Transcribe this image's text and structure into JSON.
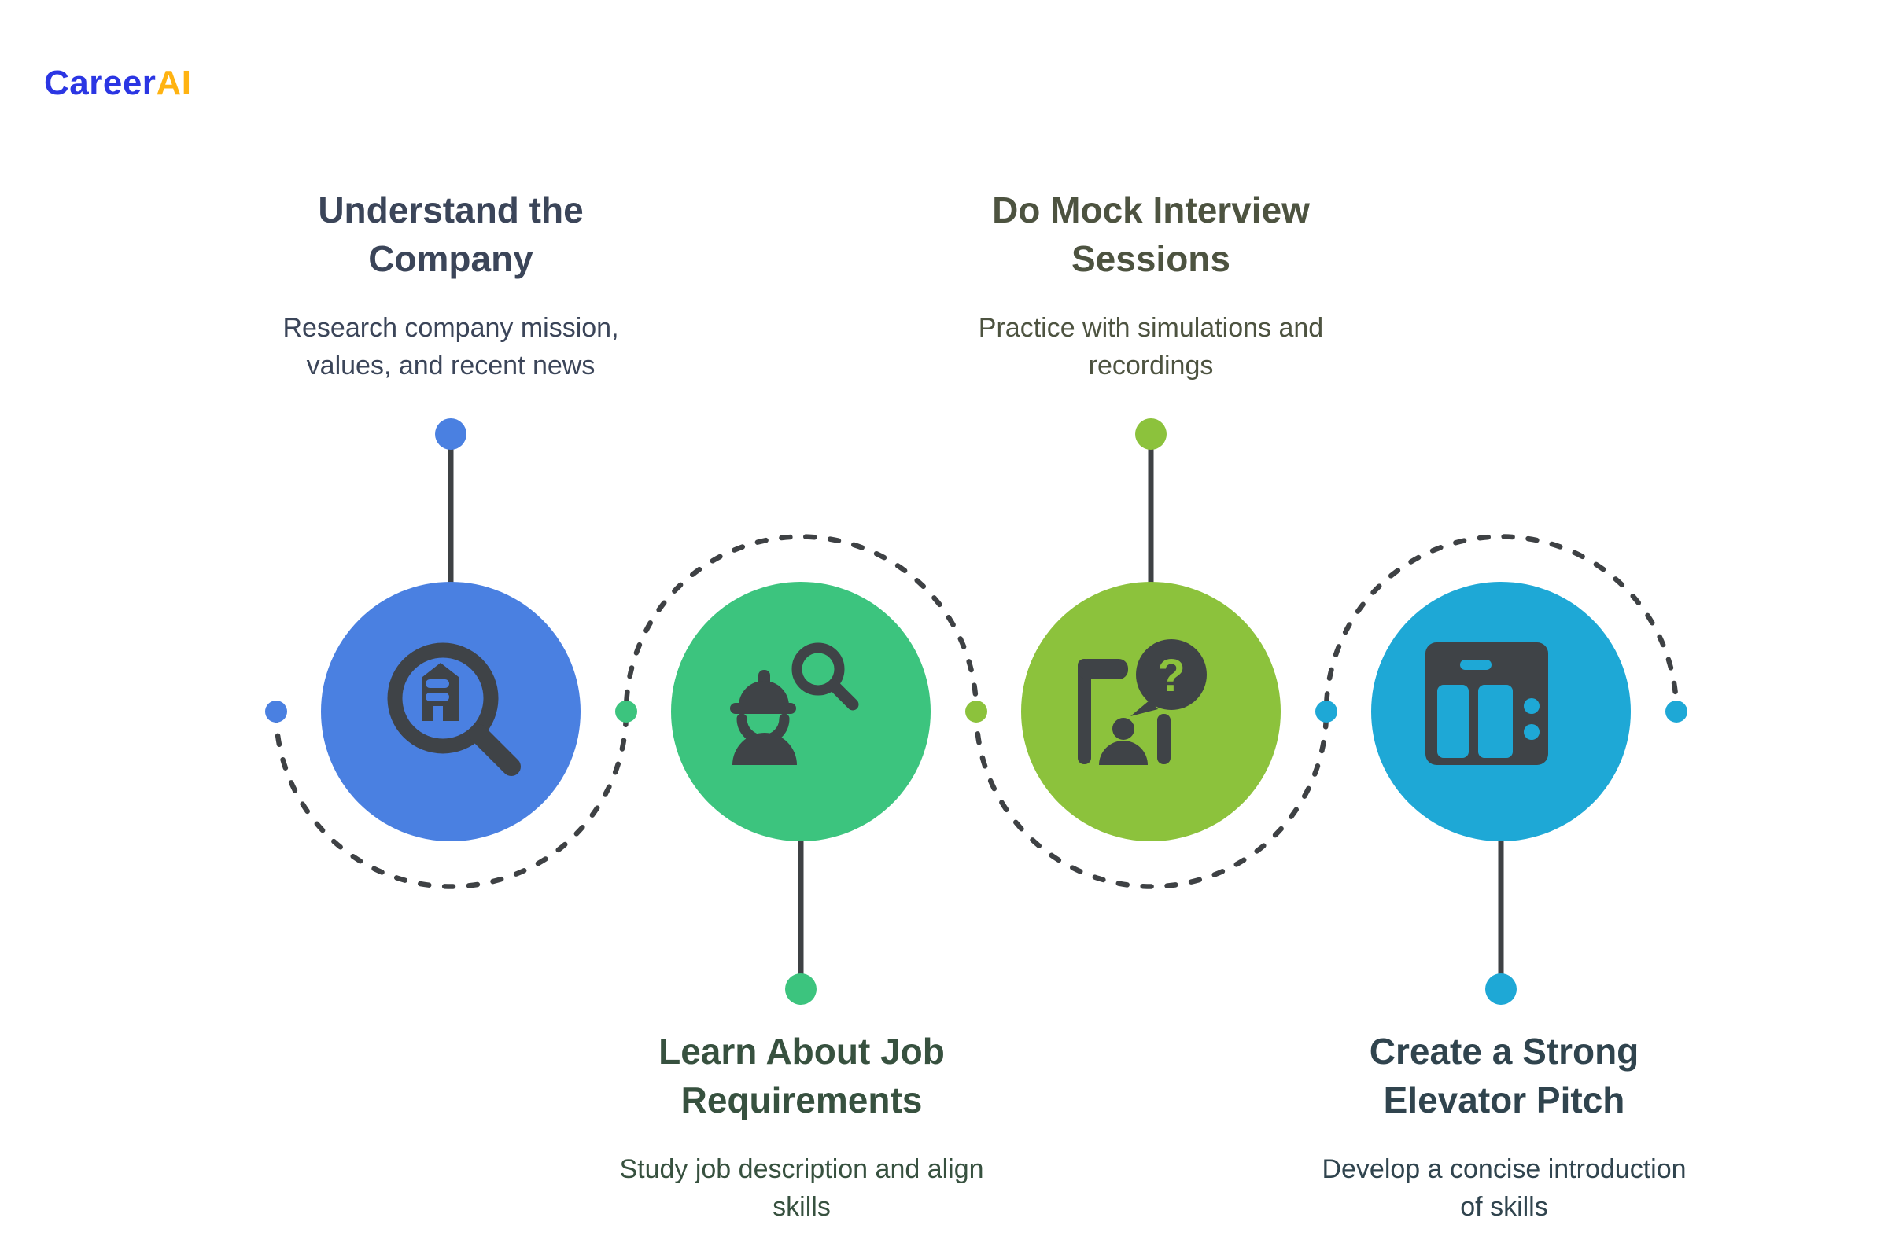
{
  "page": {
    "background": "#FFFFFF"
  },
  "logo": {
    "text_primary": "Career",
    "text_accent": "AI",
    "primary_color": "#2B36E3",
    "accent_color": "#FFB311"
  },
  "palette": {
    "icon_dark": "#3F4347",
    "line_dark": "#3E4144",
    "step_blue": "#4A80E1",
    "step_green": "#3CC47E",
    "step_olive": "#8CC23C",
    "step_cyan": "#1EA8D6"
  },
  "timeline": {
    "node_dot_colors": [
      "#4A80E1",
      "#3CC47E",
      "#8CC23C",
      "#1EA8D6",
      "#1EA8D6"
    ]
  },
  "steps": [
    {
      "title": [
        "Understand the",
        "Company"
      ],
      "description": [
        "Research company mission,",
        "values, and recent news"
      ],
      "circle_color": "#4A80E1",
      "text_color": "#3B4559",
      "icon": "company-search-icon",
      "label_position": "top"
    },
    {
      "title": [
        "Learn About Job",
        "Requirements"
      ],
      "description": [
        "Study job description and align",
        "skills"
      ],
      "circle_color": "#3CC47E",
      "text_color": "#37513F",
      "icon": "job-search-icon",
      "label_position": "bottom"
    },
    {
      "title": [
        "Do Mock Interview",
        "Sessions"
      ],
      "description": [
        "Practice with simulations and",
        "recordings"
      ],
      "circle_color": "#8CC23C",
      "text_color": "#4D5340",
      "icon": "mock-interview-icon",
      "label_position": "top",
      "bubble_glyph": "?"
    },
    {
      "title": [
        "Create a Strong",
        "Elevator Pitch"
      ],
      "description": [
        "Develop a concise introduction",
        "of skills"
      ],
      "circle_color": "#1EA8D6",
      "text_color": "#30444E",
      "icon": "elevator-icon",
      "label_position": "bottom"
    }
  ]
}
